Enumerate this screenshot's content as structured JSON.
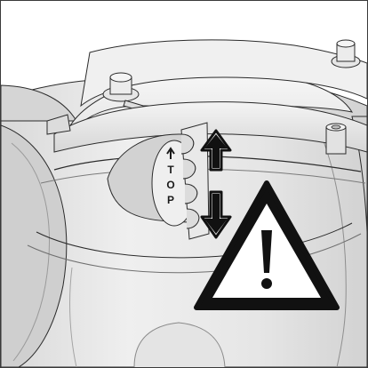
{
  "illustration": {
    "label_top": "TOP",
    "label_letters": [
      "T",
      "O",
      "P"
    ],
    "icons": [
      "appliance-lid-illustration",
      "double-arrow-up-down-icon",
      "warning-triangle-icon"
    ],
    "colors": {
      "line": "#2b2b2b",
      "body_light": "#ededed",
      "body_mid": "#d8d8d8",
      "body_dark": "#c4c4c4",
      "warning_fill": "#ffffff",
      "warning_stroke": "#111111"
    }
  }
}
